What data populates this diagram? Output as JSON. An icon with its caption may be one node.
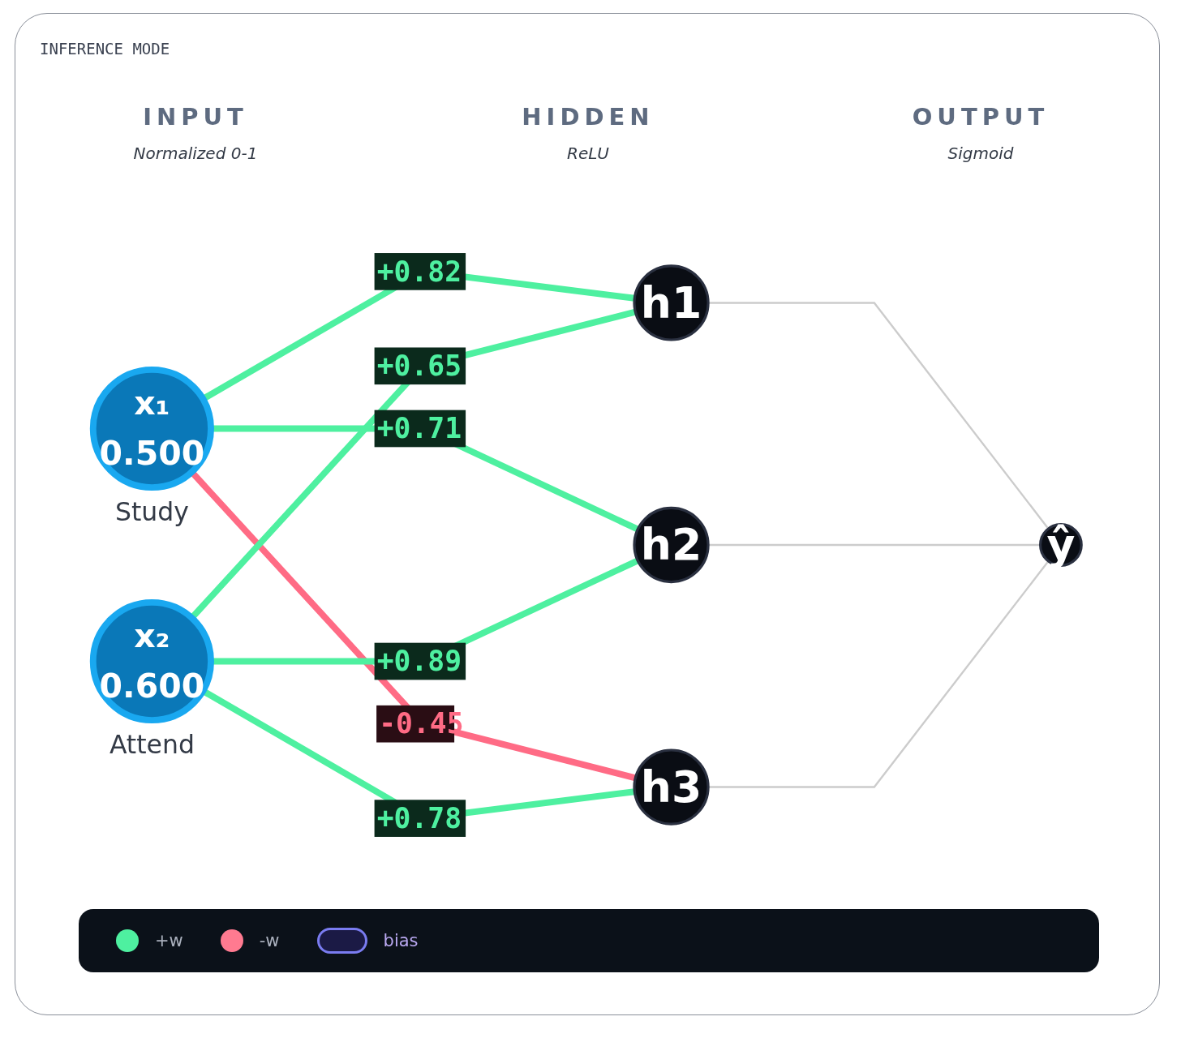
{
  "diagram": {
    "nodes": [
      {
        "text": [
          "x₁",
          "0.500"
        ],
        "beside": [
          "Study"
        ]
      },
      {
        "text": [
          "x₂",
          "0.600"
        ],
        "beside": [
          "Attend"
        ]
      },
      {
        "text": [
          "h1"
        ]
      },
      {
        "text": [
          "h2"
        ]
      },
      {
        "text": [
          "h3"
        ]
      },
      {
        "text": [
          "ŷ"
        ]
      }
    ],
    "edges": [
      {
        "from": 0,
        "to": 2,
        "arrow": "none",
        "label": "+0.82"
      },
      {
        "from": 0,
        "to": 3,
        "arrow": "none",
        "label": "+0.71"
      },
      {
        "from": 0,
        "to": 4,
        "arrow": "none",
        "label": "-0.45",
        "color": "#ff6b85"
      },
      {
        "from": 1,
        "to": 2,
        "arrow": "none",
        "label": "+0.65"
      },
      {
        "from": 1,
        "to": 3,
        "arrow": "none",
        "label": "+0.89"
      },
      {
        "from": 1,
        "to": 4,
        "arrow": "none",
        "label": "+0.78"
      },
      {
        "from": 2,
        "to": 5,
        "arrow": "none",
        "color": "#cccccc"
      },
      {
        "from": 3,
        "to": 5,
        "arrow": "none",
        "color": "#cccccc"
      },
      {
        "from": 4,
        "to": 5,
        "arrow": "none",
        "color": "#cccccc"
      }
    ],
    "labels": [
      "INFERENCE MODE",
      "INPUT",
      "Normalized 0-1",
      "HIDDEN",
      "ReLU",
      "OUTPUT",
      "Sigmoid"
    ],
    "legend": [
      {
        "text": "+w",
        "color": "#4ef0a0"
      },
      {
        "text": "-w",
        "color": "#ff7a90"
      },
      {
        "text": "bias"
      }
    ]
  }
}
